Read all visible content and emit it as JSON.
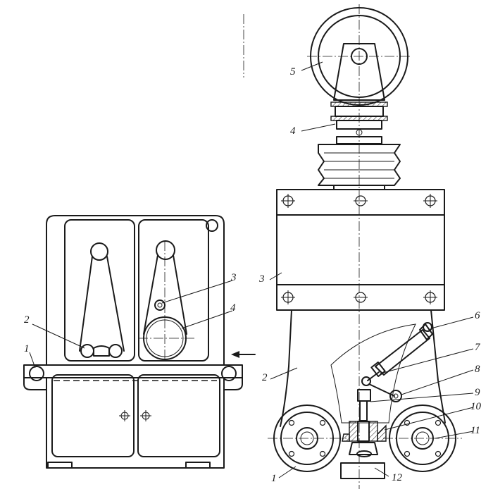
{
  "colors": {
    "ink": "#1a1a1a",
    "paper": "#ffffff"
  },
  "left_view": {
    "labels": {
      "l1": "1",
      "l2": "2",
      "l3": "3",
      "l4": "4"
    },
    "arrow_icon": "arrow-left-icon"
  },
  "right_view": {
    "labels": {
      "l1": "1",
      "l2": "2",
      "l3": "3",
      "l4": "4",
      "l5": "5",
      "l6": "6",
      "l7": "7",
      "l8": "8",
      "l9": "9",
      "l10": "10",
      "l11": "11",
      "l12": "12"
    }
  }
}
